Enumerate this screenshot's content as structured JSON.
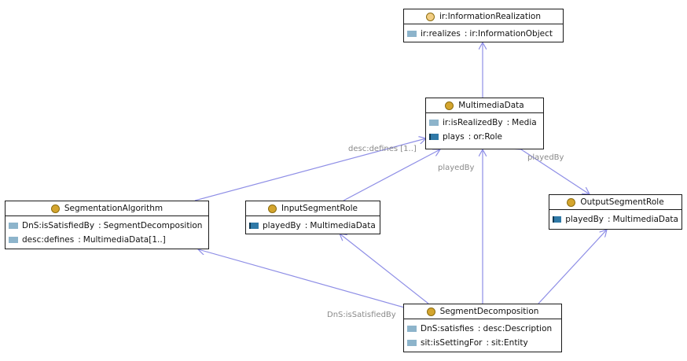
{
  "colors": {
    "class_icon": "#d4a52e",
    "class_icon_external": "#f2ce84",
    "edge": "#8e8ee6",
    "datatype_icon": "#8db4cb",
    "object_icon": "#2f79a7",
    "edge_label": "#8a8a8a"
  },
  "classes": {
    "information_realization": {
      "title": "ir:InformationRealization",
      "attrs": [
        {
          "name": "ir:realizes",
          "type": "ir:InformationObject",
          "icon": "data"
        }
      ]
    },
    "multimedia_data": {
      "title": "MultimediaData",
      "attrs": [
        {
          "name": "ir:isRealizedBy",
          "type": "Media",
          "icon": "data"
        },
        {
          "name": "plays",
          "type": "or:Role",
          "icon": "obj"
        }
      ]
    },
    "segmentation_algorithm": {
      "title": "SegmentationAlgorithm",
      "attrs": [
        {
          "name": "DnS:isSatisfiedBy",
          "type": "SegmentDecomposition",
          "icon": "data"
        },
        {
          "name": "desc:defines",
          "type": "MultimediaData[1..]",
          "icon": "data"
        }
      ]
    },
    "input_segment_role": {
      "title": "InputSegmentRole",
      "attrs": [
        {
          "name": "playedBy",
          "type": "MultimediaData",
          "icon": "obj"
        }
      ]
    },
    "output_segment_role": {
      "title": "OutputSegmentRole",
      "attrs": [
        {
          "name": "playedBy",
          "type": "MultimediaData",
          "icon": "obj"
        }
      ]
    },
    "segment_decomposition": {
      "title": "SegmentDecomposition",
      "attrs": [
        {
          "name": "DnS:satisfies",
          "type": "desc:Description",
          "icon": "data"
        },
        {
          "name": "sit:isSettingFor",
          "type": "sit:Entity",
          "icon": "data"
        }
      ]
    }
  },
  "edge_labels": {
    "desc_defines": "desc:defines [1..]",
    "played_by_input": "playedBy",
    "played_by_output": "playedBy",
    "dns_is_satisfied_by": "DnS:isSatisfiedBy"
  }
}
